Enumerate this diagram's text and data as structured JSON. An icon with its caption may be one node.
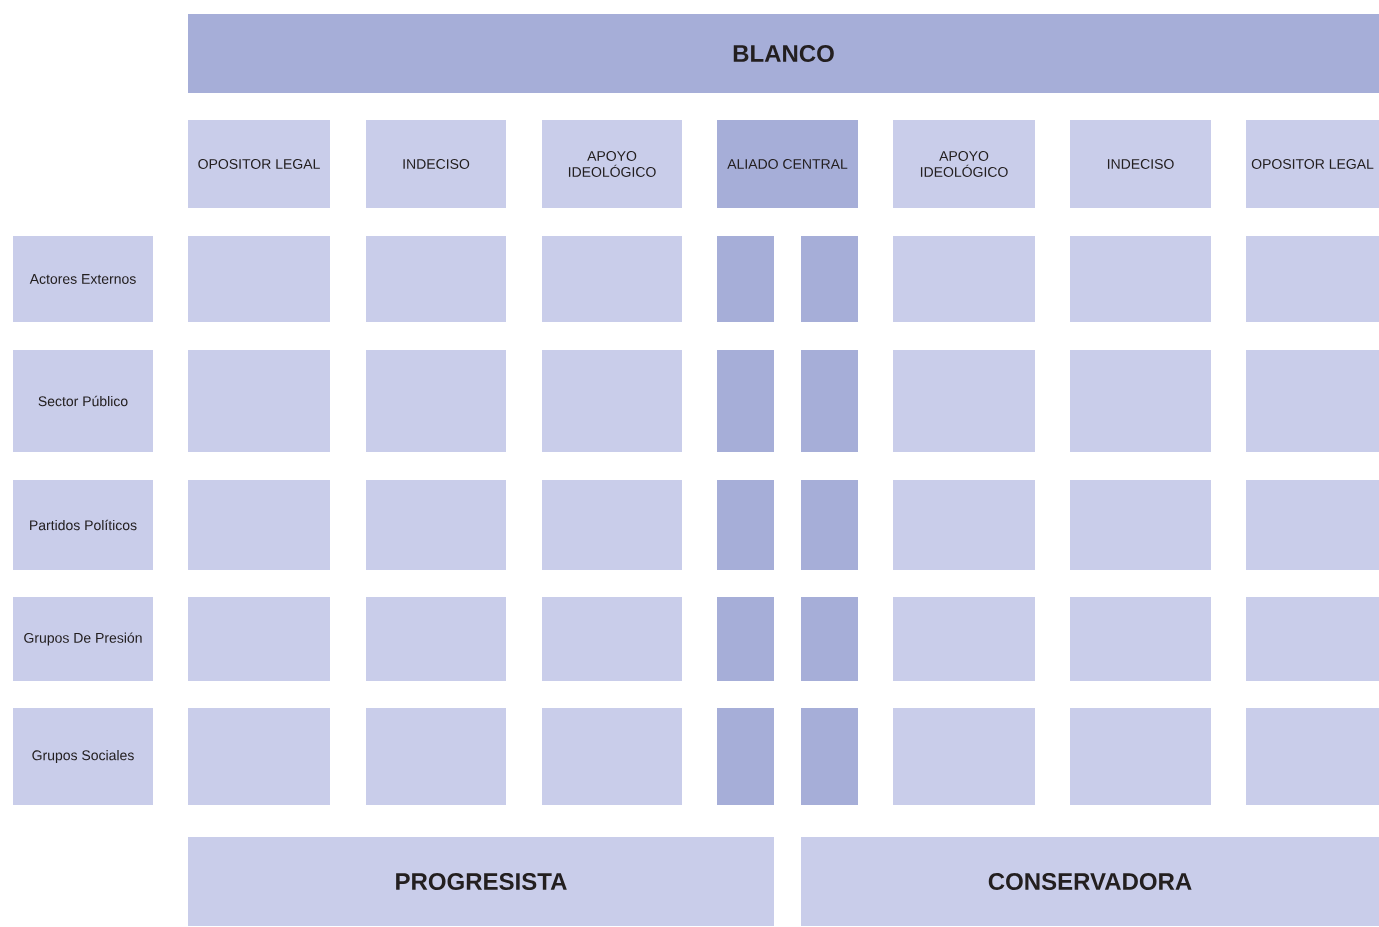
{
  "diagram": {
    "nodes": [
      {
        "text": [
          "BLANCO"
        ]
      },
      {
        "text": [
          "OPOSITOR LEGAL"
        ]
      },
      {
        "text": [
          "INDECISO"
        ]
      },
      {
        "text": [
          "APOYO IDEOLÓGICO"
        ]
      },
      {
        "text": [
          "ALIADO CENTRAL"
        ]
      },
      {
        "text": [
          "APOYO IDEOLÓGICO"
        ]
      },
      {
        "text": [
          "INDECISO"
        ]
      },
      {
        "text": [
          "OPOSITOR LEGAL"
        ]
      },
      {
        "text": [
          "Actores Externos"
        ]
      },
      {
        "text": [],
        "shape": "box"
      },
      {
        "text": [],
        "shape": "box"
      },
      {
        "text": [],
        "shape": "box"
      },
      {
        "text": [],
        "shape": "box"
      },
      {
        "text": [],
        "shape": "box"
      },
      {
        "text": [],
        "shape": "box"
      },
      {
        "text": [],
        "shape": "box"
      },
      {
        "text": [],
        "shape": "box"
      },
      {
        "text": [
          "Sector Público"
        ]
      },
      {
        "text": [],
        "shape": "box"
      },
      {
        "text": [],
        "shape": "box"
      },
      {
        "text": [],
        "shape": "box"
      },
      {
        "text": [],
        "shape": "box"
      },
      {
        "text": [],
        "shape": "box"
      },
      {
        "text": [],
        "shape": "box"
      },
      {
        "text": [],
        "shape": "box"
      },
      {
        "text": [],
        "shape": "box"
      },
      {
        "text": [
          "Partidos Políticos"
        ]
      },
      {
        "text": [],
        "shape": "box"
      },
      {
        "text": [],
        "shape": "box"
      },
      {
        "text": [],
        "shape": "box"
      },
      {
        "text": [],
        "shape": "box"
      },
      {
        "text": [],
        "shape": "box"
      },
      {
        "text": [],
        "shape": "box"
      },
      {
        "text": [],
        "shape": "box"
      },
      {
        "text": [],
        "shape": "box"
      },
      {
        "text": [
          "Grupos De Presión"
        ]
      },
      {
        "text": [],
        "shape": "box"
      },
      {
        "text": [],
        "shape": "box"
      },
      {
        "text": [],
        "shape": "box"
      },
      {
        "text": [],
        "shape": "box"
      },
      {
        "text": [],
        "shape": "box"
      },
      {
        "text": [],
        "shape": "box"
      },
      {
        "text": [],
        "shape": "box"
      },
      {
        "text": [],
        "shape": "box"
      },
      {
        "text": [
          "Grupos Sociales"
        ]
      },
      {
        "text": [],
        "shape": "box"
      },
      {
        "text": [],
        "shape": "box"
      },
      {
        "text": [],
        "shape": "box"
      },
      {
        "text": [],
        "shape": "box"
      },
      {
        "text": [],
        "shape": "box"
      },
      {
        "text": [],
        "shape": "box"
      },
      {
        "text": [],
        "shape": "box"
      },
      {
        "text": [],
        "shape": "box"
      },
      {
        "text": [
          "PROGRESISTA"
        ]
      },
      {
        "text": [
          "CONSERVADORA"
        ]
      }
    ]
  }
}
